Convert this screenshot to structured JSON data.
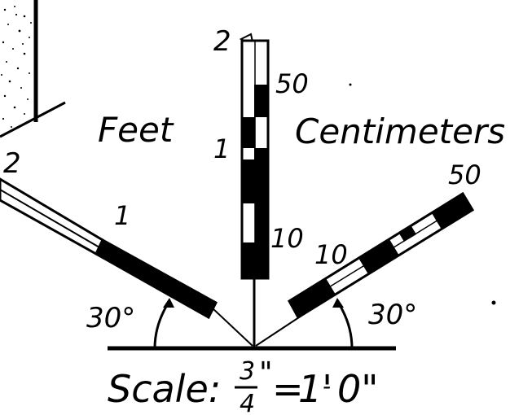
{
  "labels": {
    "feet": "Feet",
    "centimeters": "Centimeters",
    "rod_left_2": "2",
    "rod_left_1": "1",
    "rod_vert_2": "2",
    "rod_vert_1": "1",
    "rod_vert_50": "50",
    "rod_vert_10": "10",
    "rod_right_50": "50",
    "rod_right_10": "10",
    "angle_left": "30°",
    "angle_right": "30°"
  },
  "scale": {
    "prefix": "Scale:",
    "numerator": "3",
    "denominator": "4",
    "inch_mark": "\"",
    "equals": "=",
    "feet_part": "1'",
    "dash": "-",
    "inches_part": "0\""
  },
  "colors": {
    "ink": "#000000",
    "paper": "#ffffff"
  }
}
